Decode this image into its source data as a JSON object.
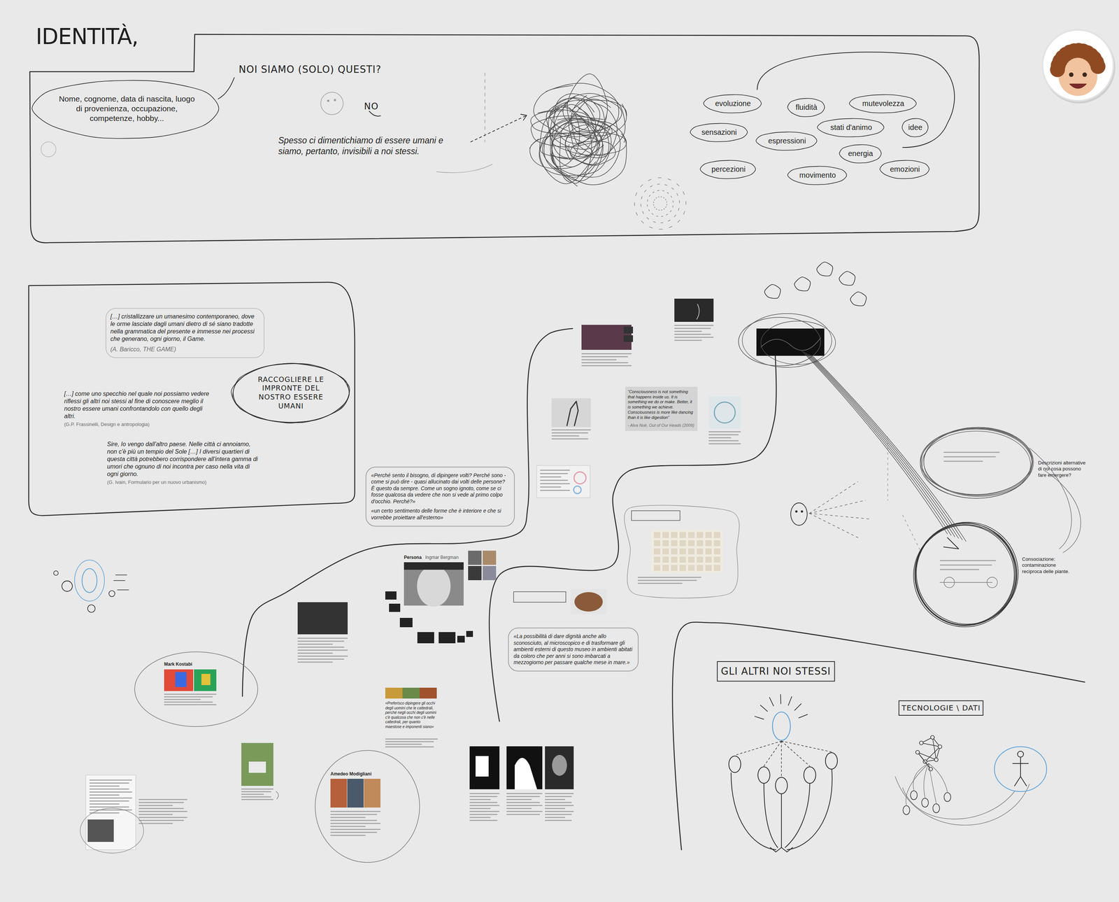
{
  "diagram": {
    "title": "IDENTITÀ,",
    "nodes": [
      {
        "text": [
          "Nome, cognome, data di nascita, luogo di provenienza, occupazione, competenze, hobby..."
        ]
      },
      {
        "text": [
          "evoluzione"
        ]
      },
      {
        "text": [
          "fluidità"
        ]
      },
      {
        "text": [
          "mutevolezza"
        ]
      },
      {
        "text": [
          "sensazioni"
        ]
      },
      {
        "text": [
          "stati d'animo"
        ]
      },
      {
        "text": [
          "idee"
        ]
      },
      {
        "text": [
          "espressioni"
        ]
      },
      {
        "text": [
          "energia"
        ]
      },
      {
        "text": [
          "percezioni"
        ]
      },
      {
        "text": [
          "movimento"
        ]
      },
      {
        "text": [
          "emozioni"
        ]
      },
      {
        "text": [
          "[…] cristallizzare un umanesimo contemporaneo, dove le orme lasciate dagli umani dietro di sé siano tradotte nella grammatica del presente e immesse nei processi che generano, ogni giorno, il Game.",
          "(A. Baricco, THE GAME)"
        ]
      },
      {
        "text": [
          "RACCOGLIERE LE IMPRONTE DEL NOSTRO ESSERE UMANI"
        ]
      },
      {
        "text": [
          "«Perché sento il bisogno, di dipingere volti? Perché sono - come si può dire - quasi allucinato dai volti delle persone? È questo da sempre. Come un sogno ignoto, come se ci fosse qualcosa da vedere che non si vede al primo colpo d'occhio. Perché?»",
          "«un certo sentimento delle forme che è interiore e che si vorrebbe proiettare all'esterno»"
        ]
      },
      {
        "text": [
          "“Consciousness is not something that happens inside us. It is something we do or make. Better, it is something we achieve. Consciousness is more like dancing than it is like digestion”",
          "- Alva Noë, Out of Our Heads (2009)"
        ]
      },
      {
        "text": [
          "«La possibilità di dare dignità anche allo sconosciuto, al microscopico e di trasformare gli ambienti esterni di questo museo in ambienti abitati da coloro che per anni si sono imbarcati a mezzogiorno per passare qualche mese in mare.»"
        ]
      },
      {
        "text": [
          "GLI ALTRI NOI STESSI"
        ]
      },
      {
        "text": [
          "TECNOLOGIE \\ DATI"
        ]
      }
    ],
    "labels": [
      "NOI SIAMO (SOLO) QUESTI?",
      "NO",
      "Spesso ci dimentichiamo di essere umani e siamo, pertanto, invisibili a noi stessi.",
      "[…] come uno specchio nel quale noi possiamo vedere riflessi gli altri noi stessi al fine di conoscere meglio il nostro essere umani confrontandolo con quello degli altri.",
      "(G.P. Frassinelli, Design e antropologia)",
      "Sire, Io vengo dall'altro paese. Nelle città ci annoiamo, non c'è più un tempio del Sole […] I diversi quartieri di questa città potrebbero corrispondere all'intera gamma di umori che ognuno di noi incontra per caso nella vita di ogni giorno.",
      "(G. Ivain, Formulario per un nuovo urbanismo)",
      "Persona",
      "Ingmar Bergman",
      "Mark Kostabi",
      "Amedeo Modigliani",
      "«Preferisco dipingere gli occhi degli uomini che le cattedrali, perché negli occhi degli uomini c'è qualcosa che non c'è nelle cattedrali, per quanto maestose e imponenti siano»",
      "Descrizioni alternative di noi cosa possono fare emergere?",
      "Consociazione: contaminazione reciproca delle piante."
    ]
  }
}
